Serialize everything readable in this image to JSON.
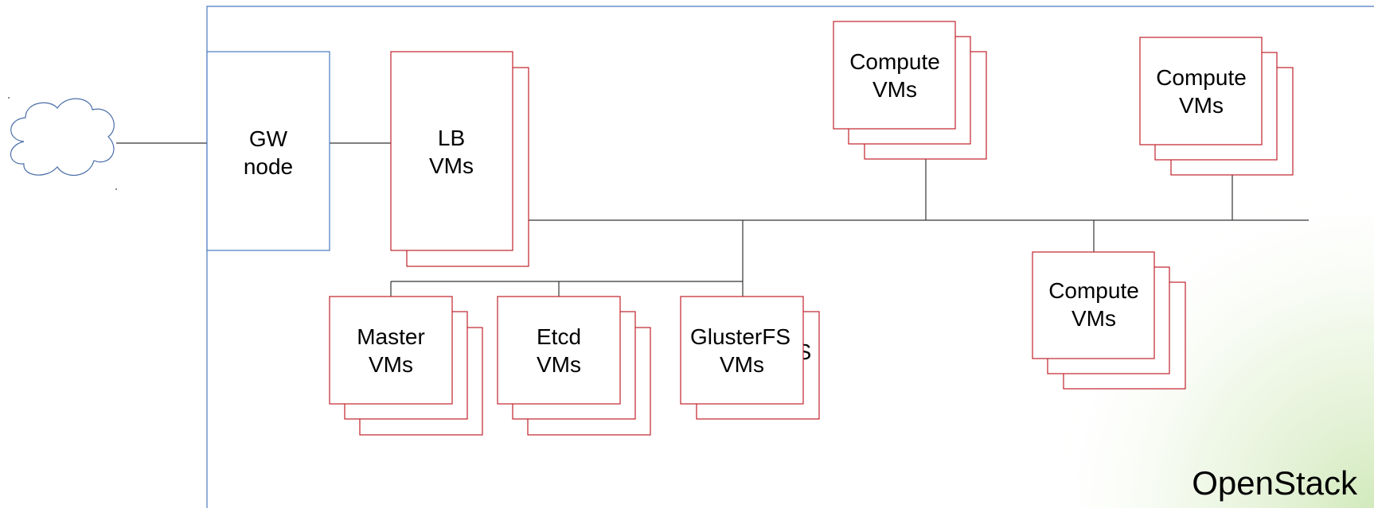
{
  "diagram": {
    "region_label": "OpenStack",
    "gateway": {
      "line1": "GW",
      "line2": "node"
    },
    "lb": {
      "line1": "LB",
      "line2": "VMs"
    },
    "compute_top": {
      "line1": "Compute",
      "line2": "VMs"
    },
    "compute_right": {
      "line1": "Compute",
      "line2": "VMs"
    },
    "compute_bottom": {
      "line1": "Compute",
      "line2": "VMs"
    },
    "master": {
      "line1": "Master",
      "line2": "VMs"
    },
    "etcd": {
      "line1": "Etcd",
      "line2": "VMs"
    },
    "gluster": {
      "line1": "GlusterFS",
      "line2": "VMs",
      "hidden_fragment": "S"
    }
  },
  "colors": {
    "vm_border": "#c0222a",
    "infra_border": "#4a79c0",
    "line": "#333333",
    "text": "#000000",
    "corner_glow": "#dff0cf"
  }
}
